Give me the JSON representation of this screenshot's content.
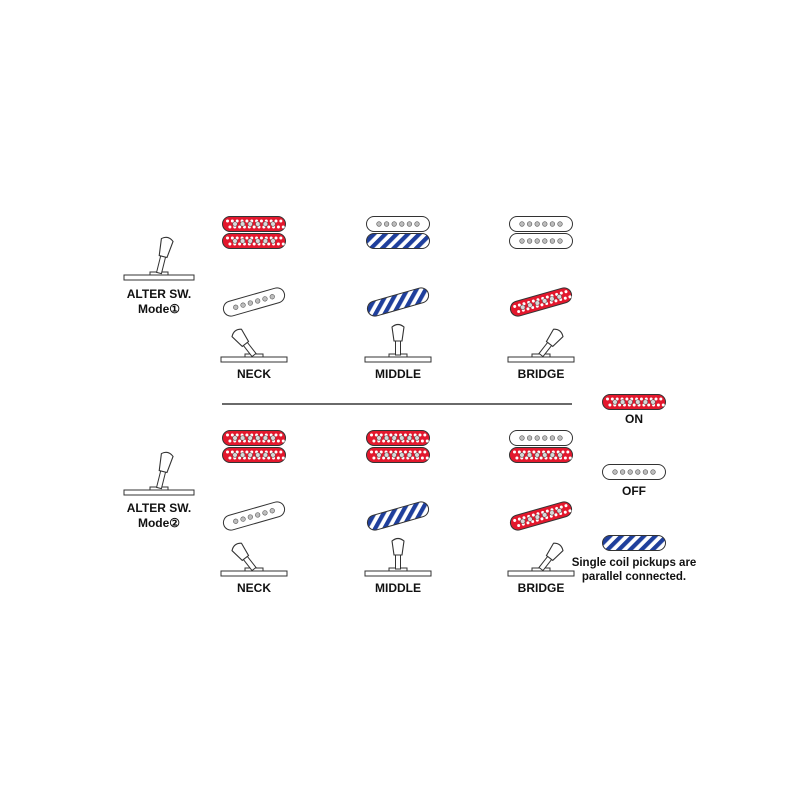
{
  "colors": {
    "on": "#e3182d",
    "parallel": "#1f3f9c",
    "off": "#ffffff",
    "outline": "#333333"
  },
  "modes": [
    {
      "label_line1": "ALTER SW.",
      "label_line2": "Mode①",
      "positions": [
        {
          "label": "NECK",
          "humbucker": [
            "on",
            "on"
          ],
          "single": "off",
          "lever": "neck"
        },
        {
          "label": "MIDDLE",
          "humbucker": [
            "off",
            "parallel"
          ],
          "single": "parallel",
          "lever": "middle"
        },
        {
          "label": "BRIDGE",
          "humbucker": [
            "off",
            "off"
          ],
          "single": "on",
          "lever": "bridge"
        }
      ]
    },
    {
      "label_line1": "ALTER SW.",
      "label_line2": "Mode②",
      "positions": [
        {
          "label": "NECK",
          "humbucker": [
            "on",
            "on"
          ],
          "single": "off",
          "lever": "neck"
        },
        {
          "label": "MIDDLE",
          "humbucker": [
            "on",
            "on"
          ],
          "single": "parallel",
          "lever": "middle"
        },
        {
          "label": "BRIDGE",
          "humbucker": [
            "off",
            "on"
          ],
          "single": "on",
          "lever": "bridge"
        }
      ]
    }
  ],
  "legend": {
    "on_label": "ON",
    "off_label": "OFF",
    "parallel_line1": "Single coil pickups are",
    "parallel_line2": "parallel connected."
  }
}
